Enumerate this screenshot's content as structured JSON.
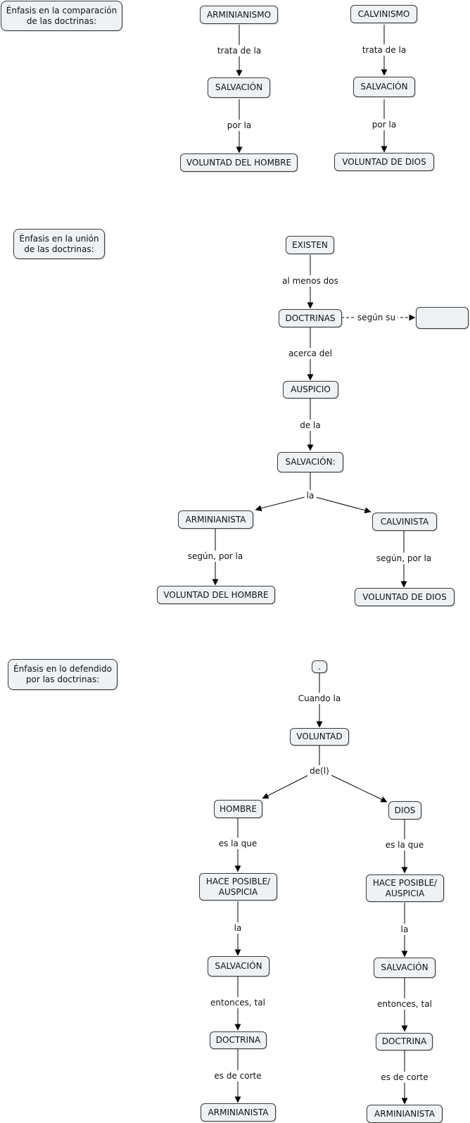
{
  "notes": {
    "comparacion": "Énfasis en la comparación\nde las doctrinas:",
    "union": "Énfasis en la unión\nde las doctrinas:",
    "defendido": "Énfasis en lo defendido\npor las doctrinas:"
  },
  "section1": {
    "arminianismo": "ARMINIANISMO",
    "calvinismo": "CALVINISMO",
    "salvacion_left": "SALVACIÓN",
    "salvacion_right": "SALVACIÓN",
    "voluntad_hombre": "VOLUNTAD DEL HOMBRE",
    "voluntad_dios": "VOLUNTAD DE DIOS",
    "link_trata_left": "trata de la",
    "link_trata_right": "trata de la",
    "link_por_left": "por la",
    "link_por_right": "por la"
  },
  "section2": {
    "existen": "EXISTEN",
    "doctrinas": "DOCTRINAS",
    "empty_box": "",
    "auspicio": "AUSPICIO",
    "salvacion": "SALVACIÓN:",
    "arminianista": "ARMINIANISTA",
    "calvinista": "CALVINISTA",
    "voluntad_hombre": "VOLUNTAD DEL HOMBRE",
    "voluntad_dios": "VOLUNTAD DE DIOS",
    "link_al_menos": "al menos dos",
    "link_segun_su": "según su",
    "link_acerca": "acerca del",
    "link_de_la": "de la",
    "link_la": "la",
    "link_segun_left": "según, por la",
    "link_segun_right": "según, por la"
  },
  "section3": {
    "dot": ".",
    "voluntad": "VOLUNTAD",
    "hombre": "HOMBRE",
    "dios": "DIOS",
    "hace_left": "HACE POSIBLE/\nAUSPICIA",
    "hace_right": "HACE POSIBLE/\nAUSPICIA",
    "salvacion_left": "SALVACIÓN",
    "salvacion_right": "SALVACIÓN",
    "doctrina_left": "DOCTRINA",
    "doctrina_right": "DOCTRINA",
    "arminianista_left": "ARMINIANISTA",
    "arminianista_right": "ARMINIANISTA",
    "link_cuando": "Cuando la",
    "link_de": "de(l)",
    "link_es_la_que_left": "es la que",
    "link_es_la_que_right": "es la que",
    "link_la_left": "la",
    "link_la_right": "la",
    "link_entonces_left": "entonces, tal",
    "link_entonces_right": "entonces, tal",
    "link_corte_left": "es de corte",
    "link_corte_right": "es de corte"
  },
  "colors": {
    "node_fill": "#eef2f4",
    "node_border": "#3a3a3a",
    "line": "#000000"
  }
}
